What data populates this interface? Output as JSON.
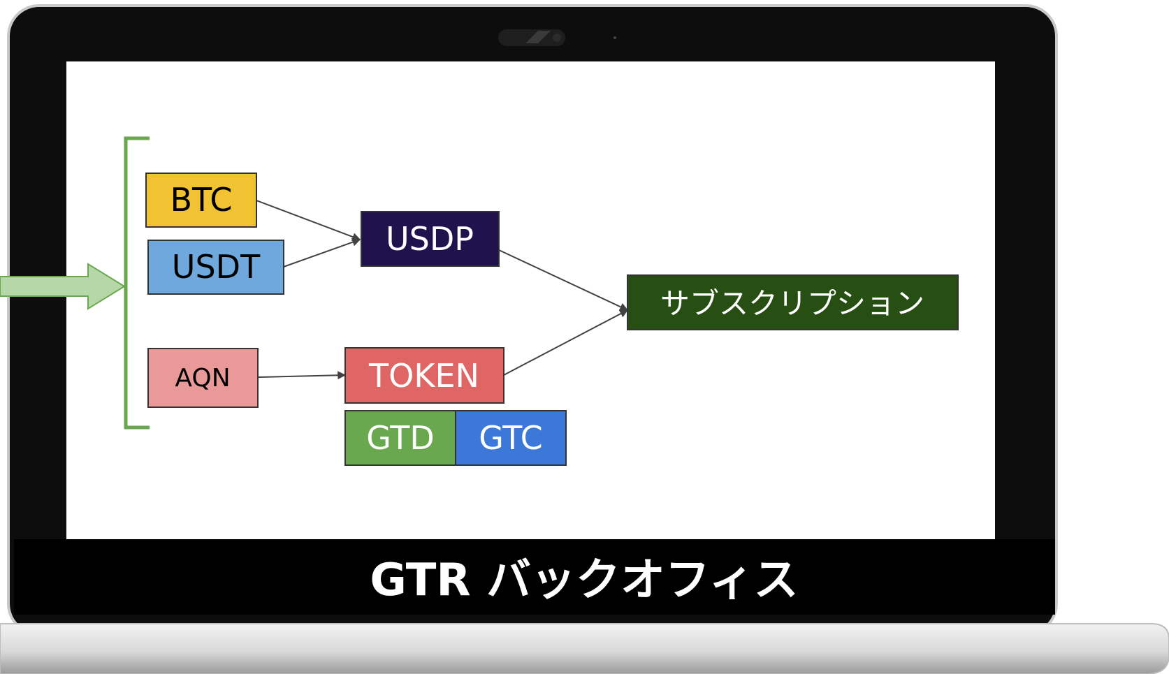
{
  "caption": "GTR バックオフィス",
  "nodes": {
    "btc": "BTC",
    "usdt": "USDT",
    "usdp": "USDP",
    "aqn": "AQN",
    "token": "TOKEN",
    "gtd": "GTD",
    "gtc": "GTC",
    "subscription": "サブスクリプション"
  },
  "colors": {
    "btc": "#f1c232",
    "usdt": "#6fa8dc",
    "usdp": "#20124d",
    "aqn": "#ea9999",
    "token": "#e06666",
    "gtd": "#6aa84f",
    "gtc": "#3c78d8",
    "subscription": "#274e13",
    "bracket": "#6aa84f",
    "input_arrow": "#b6d7a8"
  }
}
